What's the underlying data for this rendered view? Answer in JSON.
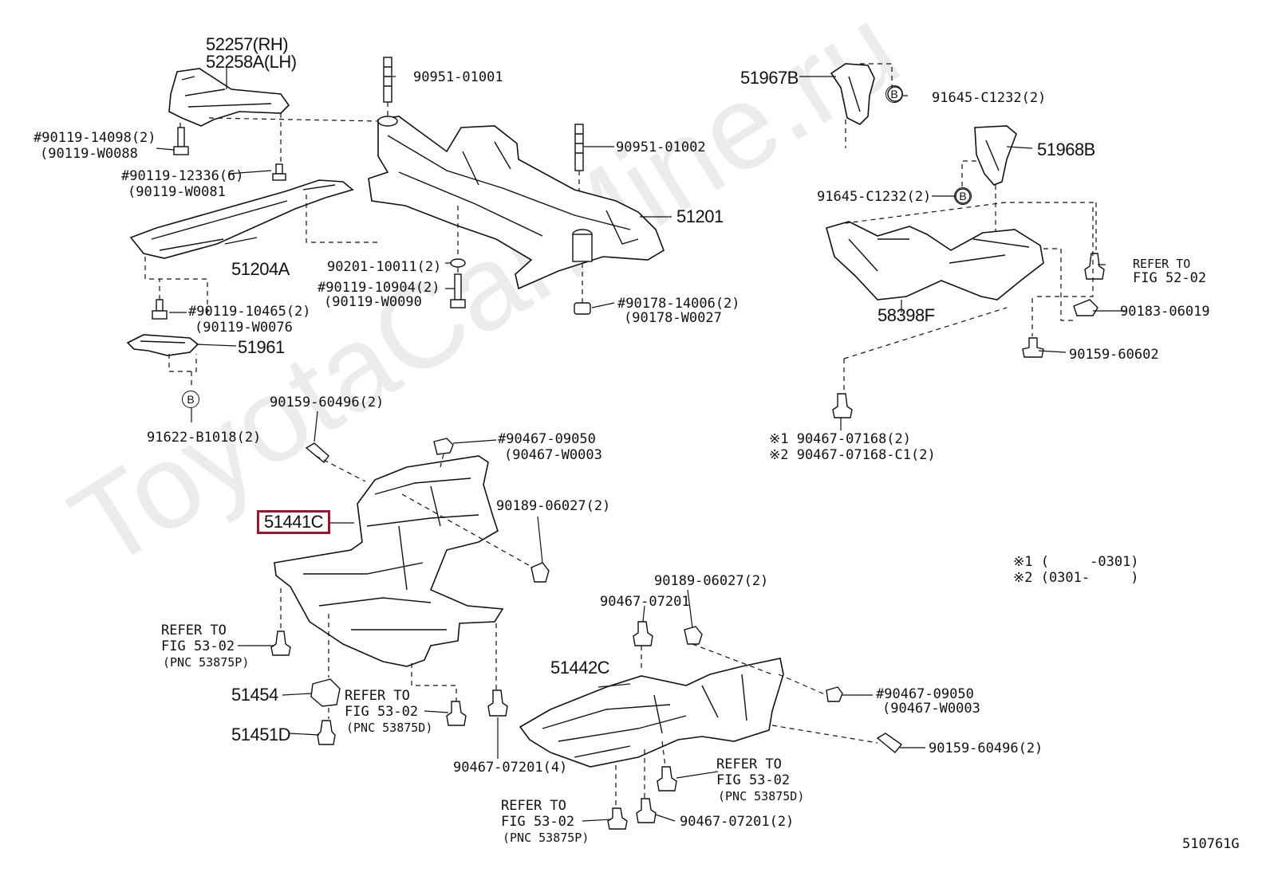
{
  "watermark": "ToyotaCarMine.ru",
  "diagram_code": "510761G",
  "labels": {
    "p52257": "52257(RH)",
    "p52258a": "52258A(LH)",
    "p90119_14098": "#90119-14098(2)",
    "p90119_w0088": "(90119-W0088",
    "p90119_12336": "#90119-12336(6)",
    "p90119_w0081": "(90119-W0081",
    "p51204a": "51204A",
    "p90119_10465": "#90119-10465(2)",
    "p90119_w0076": "(90119-W0076",
    "p51961": "51961",
    "p91622": "91622-B1018(2)",
    "p90951_01001": "90951-01001",
    "p90951_01002": "90951-01002",
    "p51201": "51201",
    "p90201": "90201-10011(2)",
    "p90119_10904": "#90119-10904(2)",
    "p90119_w0090": "(90119-W0090",
    "p90178_14006": "#90178-14006(2)",
    "p90178_w0027": "(90178-W0027",
    "p51967b": "51967B",
    "p91645_top": "91645-C1232(2)",
    "p51968b": "51968B",
    "p91645_mid": "91645-C1232(2)",
    "p58398f": "58398F",
    "refer_5202_a": "REFER TO",
    "refer_5202_b": "FIG 52-02",
    "p90183": "90183-06019",
    "p90159_60602": "90159-60602",
    "p90467_07168_1": "※1 90467-07168(2)",
    "p90467_07168_2": "※2 90467-07168-C1(2)",
    "p90159_60496_top": "90159-60496(2)",
    "p90467_09050_top": "#90467-09050",
    "p90467_w0003_top": "(90467-W0003",
    "p51441c": "51441C",
    "p90189_top": "90189-06027(2)",
    "refer_left_a": "REFER TO",
    "refer_left_b": "FIG 53-02",
    "refer_left_c": "(PNC 53875P)",
    "p51454": "51454",
    "refer_mid_a": "REFER TO",
    "refer_mid_b": "FIG 53-02",
    "refer_mid_c": "(PNC 53875D)",
    "p51451d": "51451D",
    "p90467_07201_4": "90467-07201(4)",
    "note1": "※1 (     -0301)",
    "note2": "※2 (0301-     )",
    "p90189_mid": "90189-06027(2)",
    "p90467_07201": "90467-07201",
    "p51442c": "51442C",
    "p90467_09050_right": "#90467-09050",
    "p90467_w0003_right": "(90467-W0003",
    "p90159_60496_right": "90159-60496(2)",
    "refer_right_a": "REFER TO",
    "refer_right_b": "FIG 53-02",
    "refer_right_c": "(PNC 53875D)",
    "refer_bot_a": "REFER TO",
    "refer_bot_b": "FIG 53-02",
    "refer_bot_c": "(PNC 53875P)",
    "p90467_07201_2": "90467-07201(2)",
    "clip_b": "B"
  },
  "highlight_color": "#8b1c33"
}
